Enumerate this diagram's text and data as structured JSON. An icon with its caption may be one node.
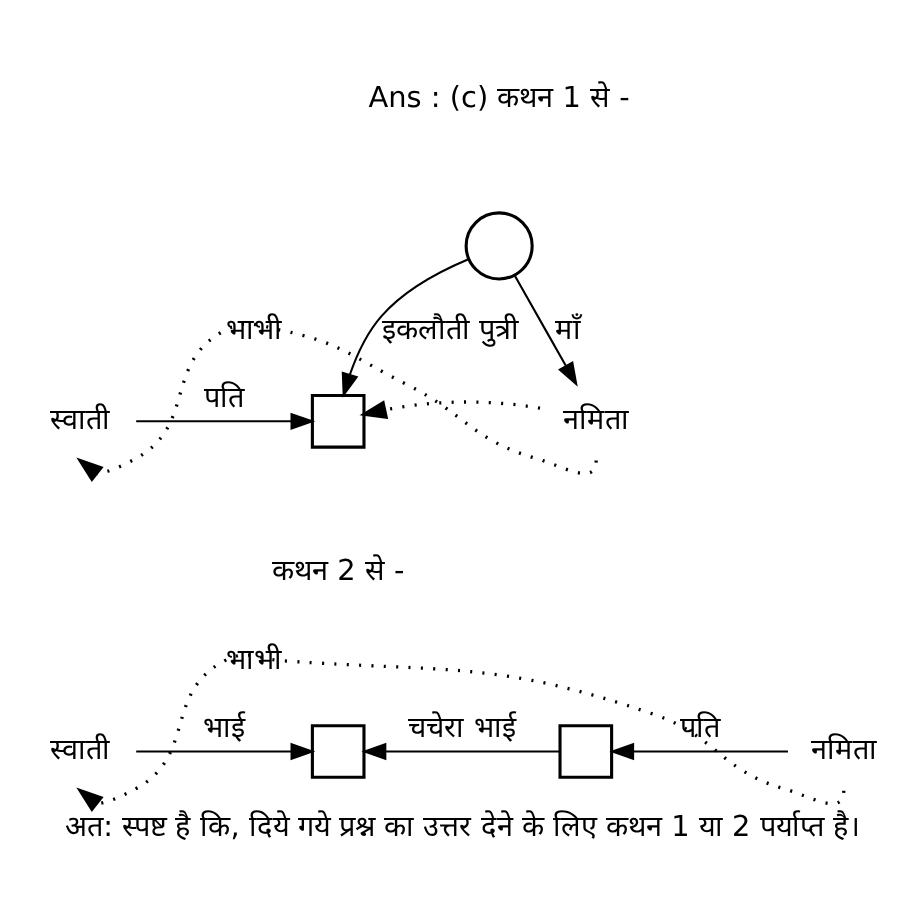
{
  "diagram": {
    "caption": "अत: स्पष्ट है कि, दिये गये प्रश्न का उत्तर देने के लिए कथन 1 या 2 पर्याप्त है।",
    "nodes": [
      {
        "text": [],
        "shape": "circle"
      },
      {
        "text": [],
        "shape": "box"
      },
      {
        "text": [
          "स्वाती"
        ]
      },
      {
        "text": [
          "नमिता"
        ]
      },
      {
        "text": [
          "स्वाती"
        ]
      },
      {
        "text": [],
        "shape": "box"
      },
      {
        "text": [],
        "shape": "box"
      },
      {
        "text": [
          "नमिता"
        ]
      }
    ],
    "edges": [
      {
        "from": 0,
        "to": 1,
        "arrow": "to",
        "label": "इकलौती पुत्री"
      },
      {
        "from": 0,
        "to": 3,
        "arrow": "to",
        "label": "माँ"
      },
      {
        "from": 2,
        "to": 1,
        "arrow": "to",
        "label": "पति"
      },
      {
        "from": 3,
        "to": 1,
        "arrow": "to",
        "style": "dashed"
      },
      {
        "from": 3,
        "to": 2,
        "arrow": "to",
        "style": "dashed",
        "label": "भाभी"
      },
      {
        "from": 4,
        "to": 5,
        "arrow": "to",
        "label": "भाई"
      },
      {
        "from": 6,
        "to": 5,
        "arrow": "to",
        "label": "चचेरा भाई"
      },
      {
        "from": 7,
        "to": 6,
        "arrow": "to",
        "label": "पति"
      },
      {
        "from": 7,
        "to": 4,
        "arrow": "to",
        "style": "dashed",
        "label": "भाभी"
      }
    ],
    "labels": [
      "Ans : (c) कथन 1 से -",
      "कथन 2 से -"
    ]
  }
}
